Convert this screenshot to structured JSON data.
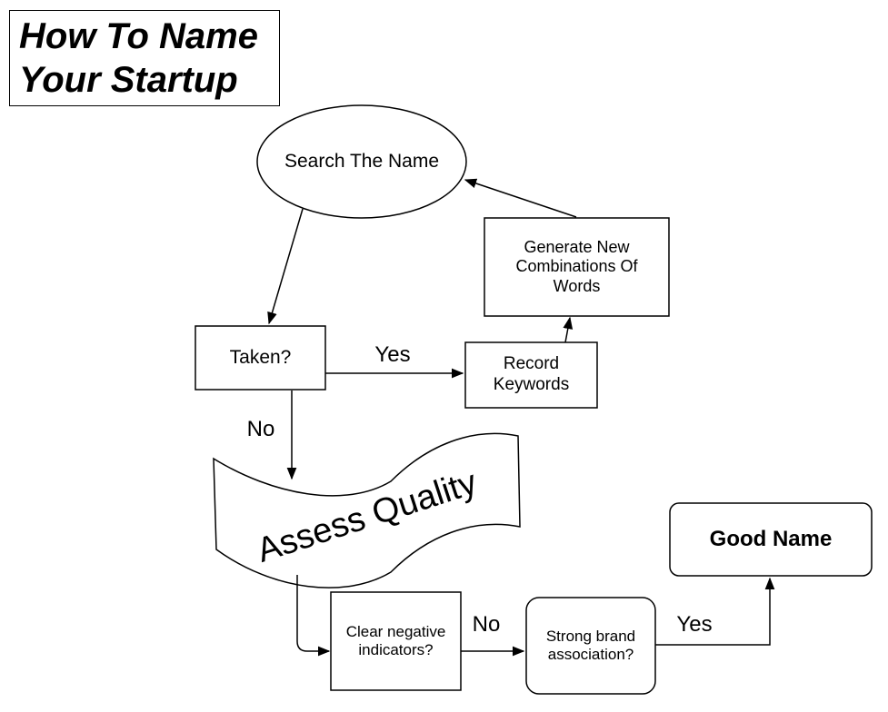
{
  "title": {
    "line1": "How To Name",
    "line2": "Your Startup"
  },
  "nodes": {
    "search": "Search The Name",
    "generate": "Generate New\nCombinations Of\nWords",
    "taken": "Taken?",
    "record": "Record\nKeywords",
    "assess": "Assess Quality",
    "negative": "Clear negative\nindicators?",
    "brand": "Strong brand\nassociation?",
    "good": "Good Name"
  },
  "edges": {
    "taken_yes": "Yes",
    "taken_no": "No",
    "negative_no": "No",
    "brand_yes": "Yes"
  },
  "colors": {
    "stroke": "#000000",
    "fill": "#ffffff"
  }
}
